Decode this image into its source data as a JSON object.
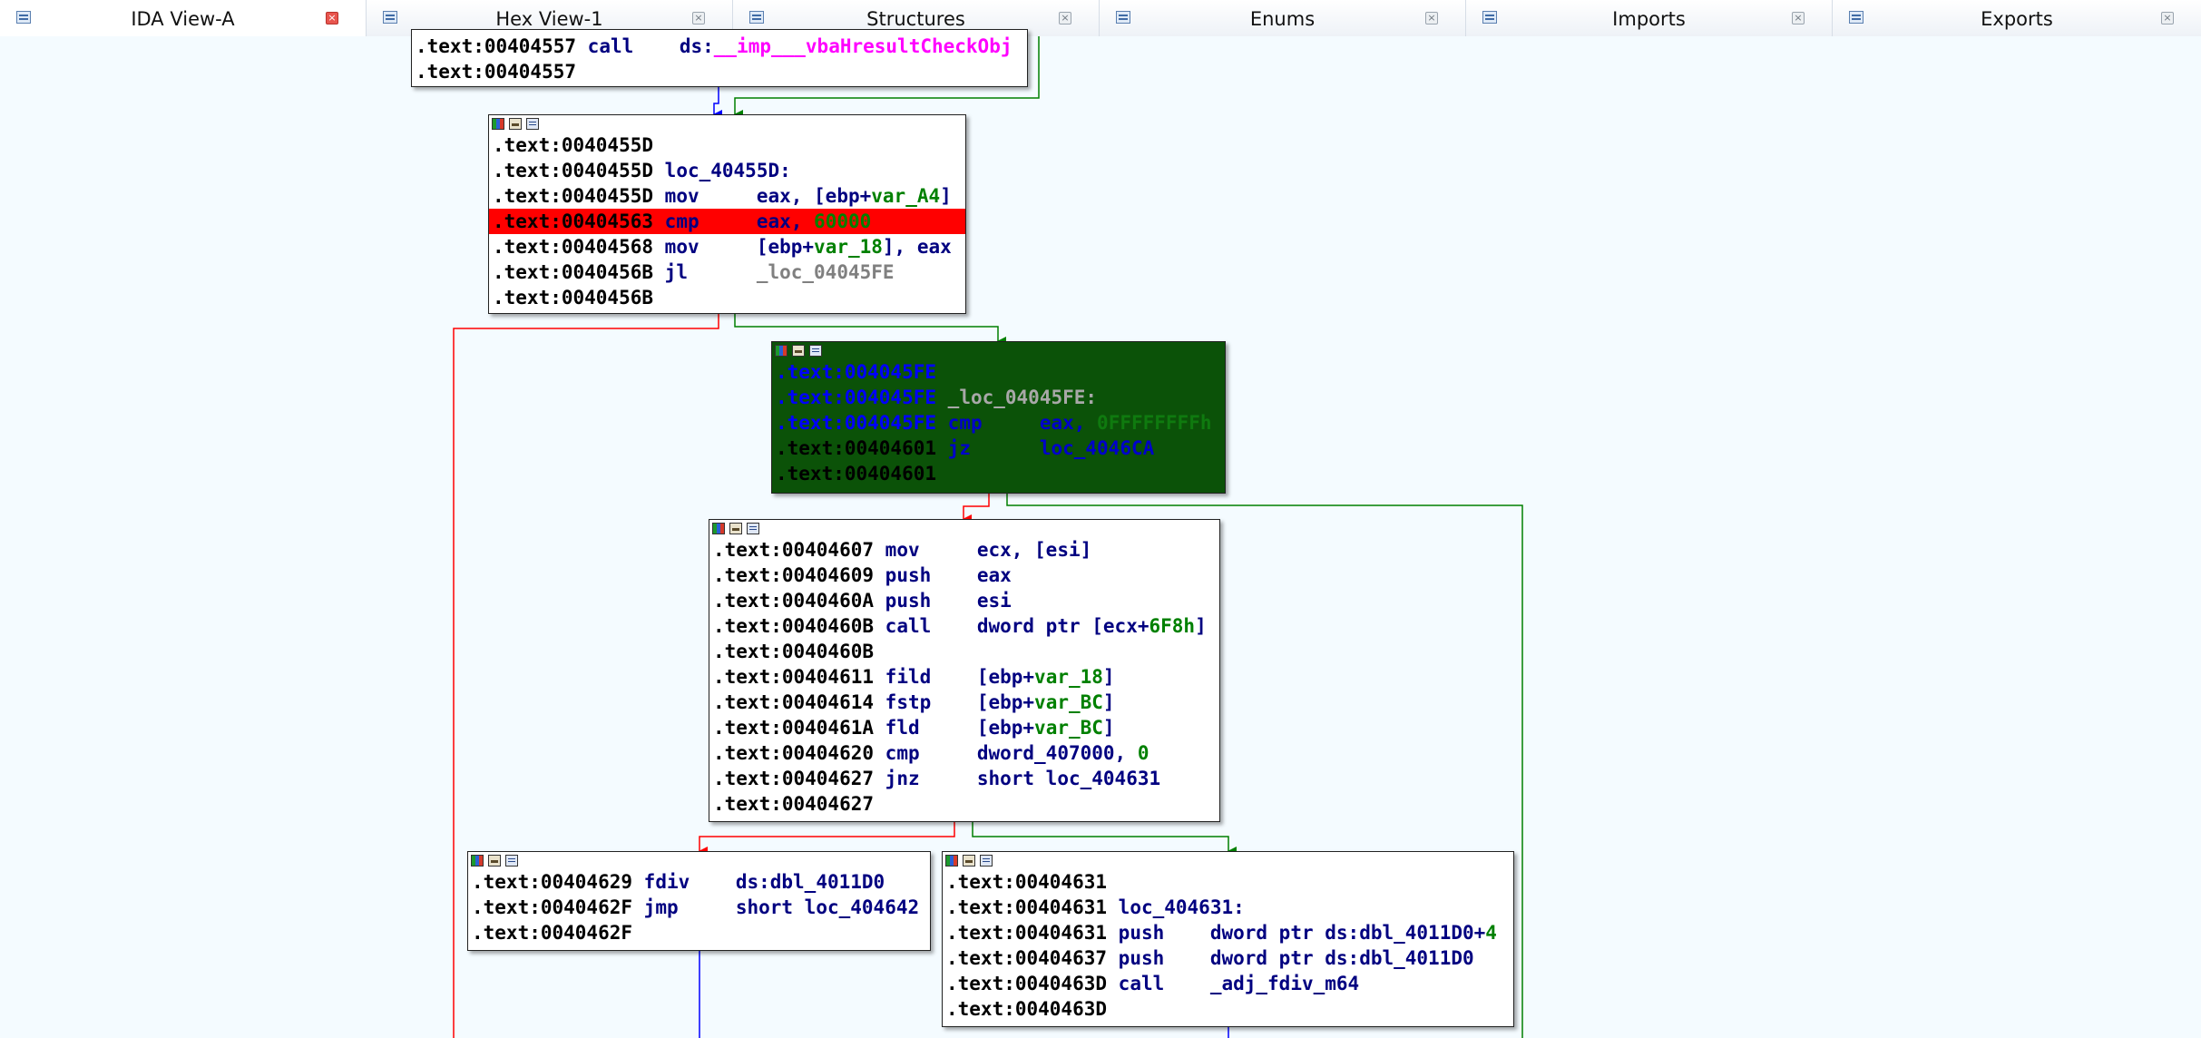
{
  "tabs": [
    {
      "label": "IDA View-A",
      "active": true
    },
    {
      "label": "Hex View-1",
      "active": false
    },
    {
      "label": "Structures",
      "active": false
    },
    {
      "label": "Enums",
      "active": false
    },
    {
      "label": "Imports",
      "active": false
    },
    {
      "label": "Exports",
      "active": false
    }
  ],
  "colors": {
    "edge_true": "#008000",
    "edge_false": "#ff0000",
    "edge_uncond": "#0000ff",
    "highlight": "#ff0000",
    "dark_block": "#0b5208"
  },
  "nodes": {
    "n0": {
      "lines": [
        {
          "addr": ".text:00404557",
          "mn": "call",
          "op": [
            {
              "t": "ds:",
              "c": "op"
            },
            {
              "t": "__imp___vbaHresultCheckObj",
              "c": "imp"
            }
          ]
        },
        {
          "addr": ".text:00404557",
          "mn": "",
          "op": []
        }
      ]
    },
    "n1": {
      "lines": [
        {
          "addr": ".text:0040455D",
          "mn": "",
          "op": []
        },
        {
          "addr": ".text:0040455D",
          "mn": "loc_40455D:",
          "op": []
        },
        {
          "addr": ".text:0040455D",
          "mn": "mov",
          "op": [
            {
              "t": "eax, [ebp+",
              "c": "op"
            },
            {
              "t": "var_A4",
              "c": "var"
            },
            {
              "t": "]",
              "c": "op"
            }
          ]
        },
        {
          "addr": ".text:00404563",
          "mn": "cmp",
          "op": [
            {
              "t": "eax, ",
              "c": "op"
            },
            {
              "t": "60000",
              "c": "num"
            }
          ],
          "highlight": true
        },
        {
          "addr": ".text:00404568",
          "mn": "mov",
          "op": [
            {
              "t": "[ebp+",
              "c": "op"
            },
            {
              "t": "var_18",
              "c": "var"
            },
            {
              "t": "], eax",
              "c": "op"
            }
          ]
        },
        {
          "addr": ".text:0040456B",
          "mn": "jl",
          "op": [
            {
              "t": "_loc_04045FE",
              "c": "greylab"
            }
          ]
        },
        {
          "addr": ".text:0040456B",
          "mn": "",
          "op": []
        }
      ]
    },
    "n2": {
      "lines": [
        {
          "addr": ".text:004045FE",
          "mn": "",
          "op": [],
          "blue": true
        },
        {
          "addr": ".text:004045FE",
          "mn": "",
          "op": [
            {
              "t": "_loc_04045FE:",
              "c": "greylab"
            }
          ],
          "blue": true
        },
        {
          "addr": ".text:004045FE",
          "mn": "cmp",
          "op": [
            {
              "t": "eax, ",
              "c": "op"
            },
            {
              "t": "0FFFFFFFFh",
              "c": "num"
            }
          ],
          "blue": true
        },
        {
          "addr": ".text:00404601",
          "mn": "jz",
          "op": [
            {
              "t": "loc_4046CA",
              "c": "op"
            }
          ]
        },
        {
          "addr": ".text:00404601",
          "mn": "",
          "op": []
        }
      ]
    },
    "n3": {
      "lines": [
        {
          "addr": ".text:00404607",
          "mn": "mov",
          "op": [
            {
              "t": "ecx, [esi]",
              "c": "op"
            }
          ]
        },
        {
          "addr": ".text:00404609",
          "mn": "push",
          "op": [
            {
              "t": "eax",
              "c": "op"
            }
          ]
        },
        {
          "addr": ".text:0040460A",
          "mn": "push",
          "op": [
            {
              "t": "esi",
              "c": "op"
            }
          ]
        },
        {
          "addr": ".text:0040460B",
          "mn": "call",
          "op": [
            {
              "t": "dword ptr [ecx+",
              "c": "op"
            },
            {
              "t": "6F8h",
              "c": "var"
            },
            {
              "t": "]",
              "c": "op"
            }
          ]
        },
        {
          "addr": ".text:0040460B",
          "mn": "",
          "op": []
        },
        {
          "addr": ".text:00404611",
          "mn": "fild",
          "op": [
            {
              "t": "[ebp+",
              "c": "op"
            },
            {
              "t": "var_18",
              "c": "var"
            },
            {
              "t": "]",
              "c": "op"
            }
          ]
        },
        {
          "addr": ".text:00404614",
          "mn": "fstp",
          "op": [
            {
              "t": "[ebp+",
              "c": "op"
            },
            {
              "t": "var_BC",
              "c": "var"
            },
            {
              "t": "]",
              "c": "op"
            }
          ]
        },
        {
          "addr": ".text:0040461A",
          "mn": "fld",
          "op": [
            {
              "t": "[ebp+",
              "c": "op"
            },
            {
              "t": "var_BC",
              "c": "var"
            },
            {
              "t": "]",
              "c": "op"
            }
          ]
        },
        {
          "addr": ".text:00404620",
          "mn": "cmp",
          "op": [
            {
              "t": "dword_407000, ",
              "c": "op"
            },
            {
              "t": "0",
              "c": "var"
            }
          ]
        },
        {
          "addr": ".text:00404627",
          "mn": "jnz",
          "op": [
            {
              "t": "short loc_404631",
              "c": "op"
            }
          ]
        },
        {
          "addr": ".text:00404627",
          "mn": "",
          "op": []
        }
      ]
    },
    "n4": {
      "lines": [
        {
          "addr": ".text:00404629",
          "mn": "fdiv",
          "op": [
            {
              "t": "ds:dbl_4011D0",
              "c": "op"
            }
          ]
        },
        {
          "addr": ".text:0040462F",
          "mn": "jmp",
          "op": [
            {
              "t": "short loc_404642",
              "c": "op"
            }
          ]
        },
        {
          "addr": ".text:0040462F",
          "mn": "",
          "op": []
        }
      ]
    },
    "n5": {
      "lines": [
        {
          "addr": ".text:00404631",
          "mn": "",
          "op": []
        },
        {
          "addr": ".text:00404631",
          "mn": "loc_404631:",
          "op": []
        },
        {
          "addr": ".text:00404631",
          "mn": "push",
          "op": [
            {
              "t": "dword ptr ds:dbl_4011D0+",
              "c": "op"
            },
            {
              "t": "4",
              "c": "var"
            }
          ]
        },
        {
          "addr": ".text:00404637",
          "mn": "push",
          "op": [
            {
              "t": "dword ptr ds:dbl_4011D0",
              "c": "op"
            }
          ]
        },
        {
          "addr": ".text:0040463D",
          "mn": "call",
          "op": [
            {
              "t": "_adj_fdiv_m64",
              "c": "op"
            }
          ]
        },
        {
          "addr": ".text:0040463D",
          "mn": "",
          "op": []
        }
      ]
    }
  }
}
